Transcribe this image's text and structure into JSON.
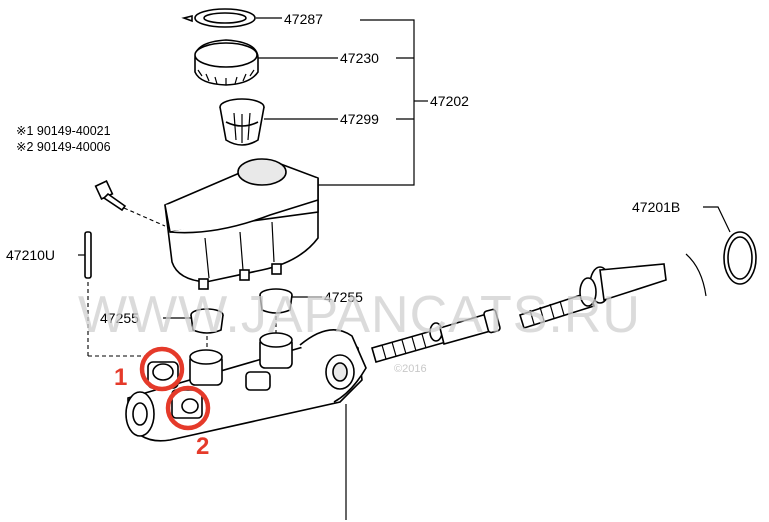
{
  "parts": {
    "p47287": "47287",
    "p47230": "47230",
    "p47299": "47299",
    "p47202": "47202",
    "p47201B": "47201B",
    "p47210U": "47210U",
    "p47255_top": "47255",
    "p47255_left": "47255"
  },
  "notes": {
    "note1": "※1 90149-40021",
    "note2": "※2 90149-40006"
  },
  "callouts": {
    "c1": "1",
    "c2": "2",
    "color": "#e53a2a"
  },
  "watermark": {
    "main": "WWW.JAPANCATS.RU",
    "small": "©2016"
  }
}
